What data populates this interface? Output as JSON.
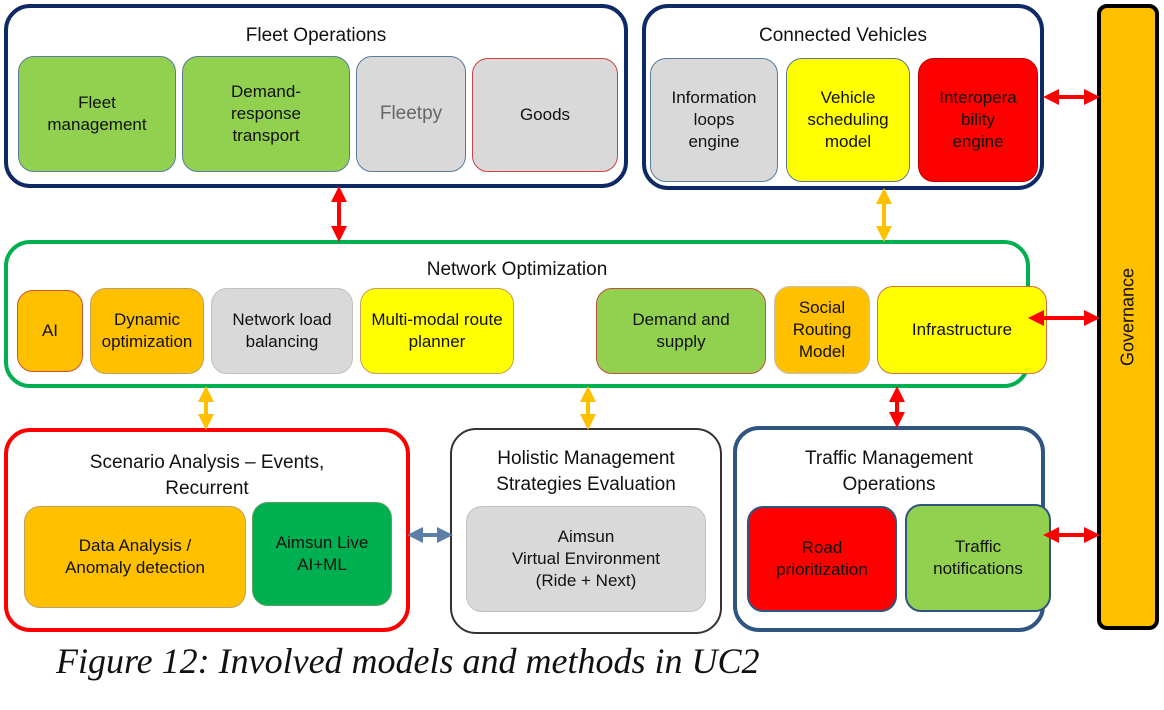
{
  "figure": {
    "caption": "Figure 12: Involved models and methods in UC2"
  },
  "colors": {
    "green": "#92d050",
    "dark_green": "#00b050",
    "grey": "#d9d9d9",
    "yellow": "#ffff00",
    "orange": "#ffc000",
    "red": "#ff0000",
    "navy": "#0d2a66",
    "steel": "#2f5580",
    "arrow_blue": "#5b7fa6"
  },
  "groups": {
    "fleet_operations": {
      "title": "Fleet Operations",
      "items": [
        "Fleet\nmanagement",
        "Demand-\nresponse\ntransport",
        "Fleetpy",
        "Goods"
      ]
    },
    "connected_vehicles": {
      "title": "Connected Vehicles",
      "items": [
        "Information\nloops\nengine",
        "Vehicle\nscheduling\nmodel",
        "Interopera\nbility\nengine"
      ]
    },
    "network_optimization": {
      "title": "Network Optimization",
      "items": [
        "AI",
        "Dynamic\noptimization",
        "Network load\nbalancing",
        "Multi-modal route\nplanner",
        "Demand and\nsupply",
        "Social\nRouting\nModel",
        "Infrastructure"
      ]
    },
    "scenario_analysis": {
      "title": "Scenario Analysis – Events,\nRecurrent",
      "items": [
        "Data Analysis /\nAnomaly detection",
        "Aimsun Live\nAI+ML"
      ]
    },
    "holistic_management": {
      "title": "Holistic Management\nStrategies Evaluation",
      "items": [
        "Aimsun\nVirtual Environment\n(Ride + Next)"
      ]
    },
    "traffic_management": {
      "title": "Traffic Management\nOperations",
      "items": [
        "Road\nprioritization",
        "Traffic\nnotifications"
      ]
    },
    "governance": {
      "title": "Governance"
    }
  }
}
